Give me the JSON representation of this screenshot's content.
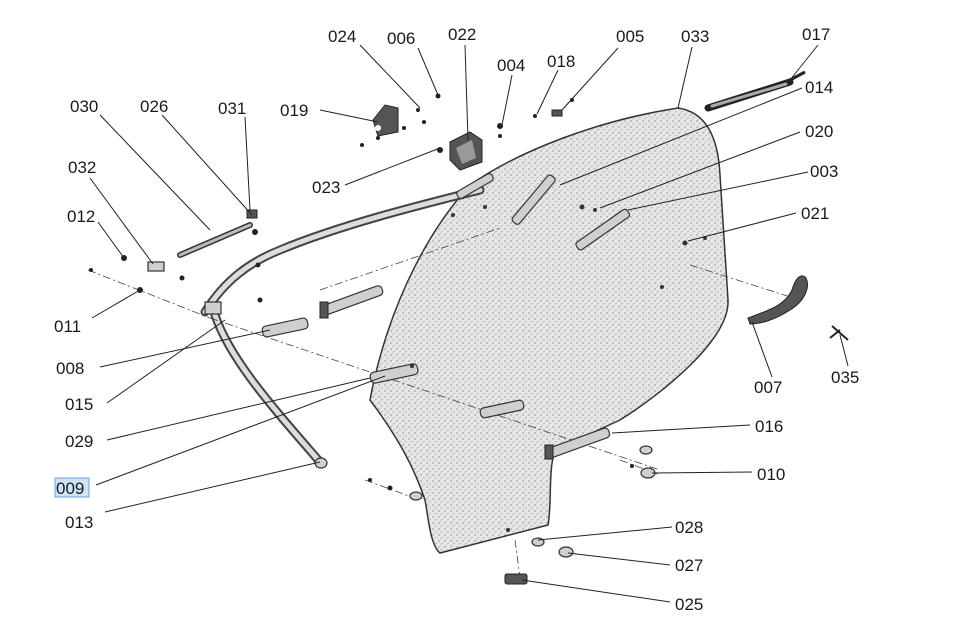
{
  "diagram": {
    "labels": {
      "p024": "024",
      "p006": "006",
      "p022": "022",
      "p004": "004",
      "p018": "018",
      "p005": "005",
      "p033": "033",
      "p017": "017",
      "p014": "014",
      "p020": "020",
      "p003": "003",
      "p021": "021",
      "p030": "030",
      "p026": "026",
      "p031": "031",
      "p019": "019",
      "p023": "023",
      "p032": "032",
      "p012": "012",
      "p011": "011",
      "p008": "008",
      "p015": "015",
      "p029": "029",
      "p009": "009",
      "p013": "013",
      "p016": "016",
      "p010": "010",
      "p028": "028",
      "p027": "027",
      "p025": "025",
      "p007": "007",
      "p035": "035"
    },
    "selected_label": "009"
  }
}
